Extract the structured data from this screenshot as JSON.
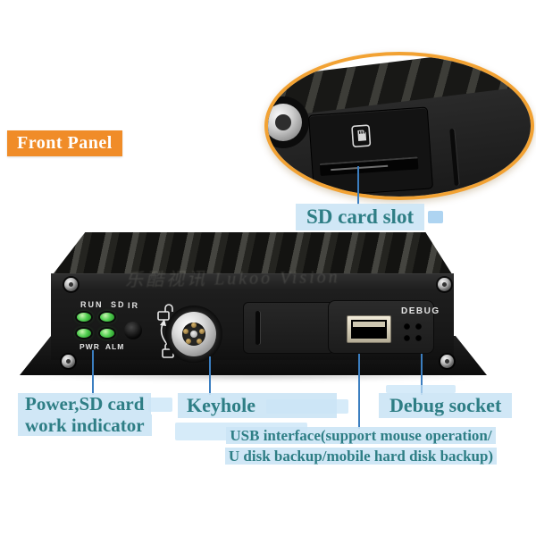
{
  "badge": {
    "label": "Front Panel"
  },
  "magnifier": {
    "label": "SD card slot"
  },
  "device": {
    "indicator_top_label": "RUN SD",
    "indicator_bottom_label": "PWR ALM",
    "ir_label": "IR",
    "debug_label": "DEBUG",
    "watermark": "乐酷视讯 Lukoo Vision"
  },
  "callouts": {
    "power_line1": "Power,SD card",
    "power_line2": "work indicator",
    "keyhole": "Keyhole",
    "debug": "Debug socket",
    "usb_line1": "USB interface(support mouse operation/",
    "usb_line2": "U disk backup/mobile hard disk backup)"
  },
  "icons": {
    "sd_card": "sd-card-icon",
    "padlock_open": "padlock-open-icon",
    "padlock_closed": "padlock-closed-icon",
    "rotate_arrow": "rotate-arrow-icon"
  },
  "colors": {
    "badge_orange": "#F08C28",
    "magnifier_ring_orange": "#F2A233",
    "label_text_teal": "#2E7E85",
    "label_bg_blue": "#CBE4F5",
    "callout_line_blue": "#3B7EC0",
    "led_green": "#3FBF3F",
    "device_black": "#1B1B1B"
  }
}
